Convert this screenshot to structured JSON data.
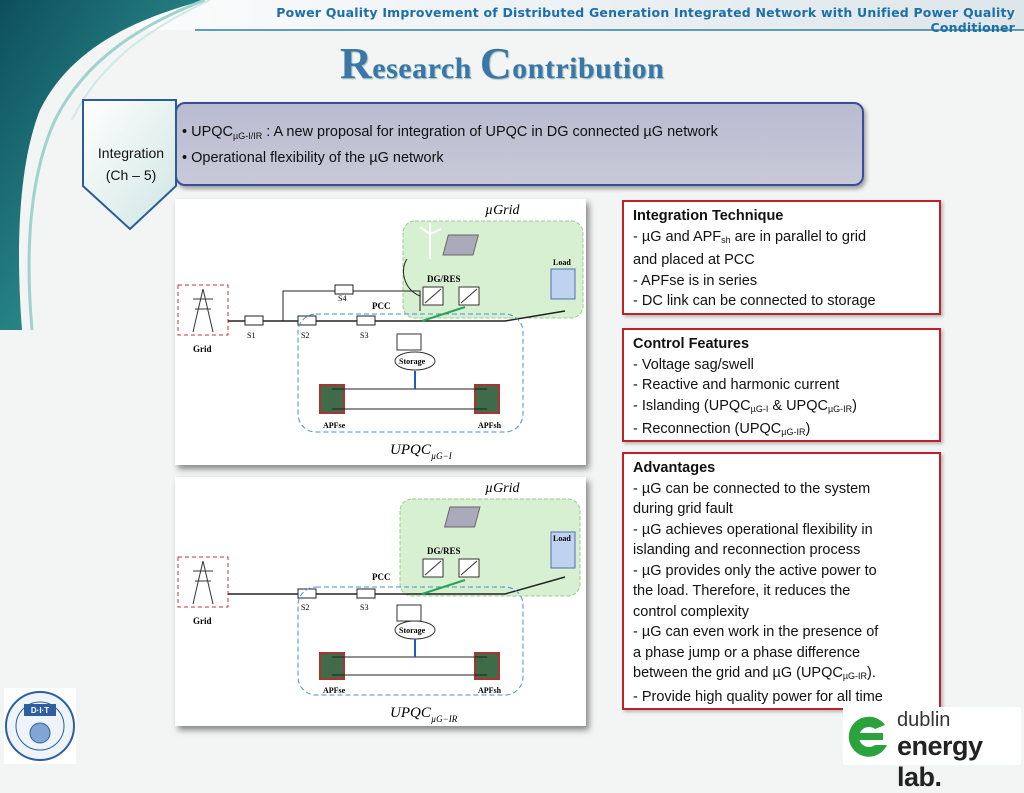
{
  "header": {
    "title": "Power Quality Improvement of Distributed Generation Integrated Network with Unified Power Quality Conditioner"
  },
  "page": {
    "title_cap1": "R",
    "title_rest1": "esearch ",
    "title_cap2": "C",
    "title_rest2": "ontribution"
  },
  "integration": {
    "label_line1": "Integration",
    "label_line2": "(Ch – 5)",
    "bullet1_main": "UPQC",
    "bullet1_sub": "µG-I/IR",
    "bullet1_rest": " : A new proposal for integration of UPQC in DG connected µG network",
    "bullet2": "Operational flexibility of the µG network"
  },
  "diagram_top": {
    "mugrid": "µGrid",
    "dgres": "DG/RES",
    "load": "Load",
    "grid": "Grid",
    "s1": "S1",
    "s2": "S2",
    "s3": "S3",
    "s4": "S4",
    "pcc": "PCC",
    "storage": "Storage",
    "apfse": "APFse",
    "apfsh": "APFsh",
    "upqc": "UPQC",
    "upqc_sub": "µG−I"
  },
  "diagram_bottom": {
    "mugrid": "µGrid",
    "dgres": "DG/RES",
    "load": "Load",
    "grid": "Grid",
    "s2": "S2",
    "s3": "S3",
    "pcc": "PCC",
    "storage": "Storage",
    "apfse": "APFse",
    "apfsh": "APFsh",
    "upqc": "UPQC",
    "upqc_sub": "µG−IR"
  },
  "box1": {
    "heading": "Integration Technique",
    "l1a": "- µG and APF",
    "l1sub": "sh",
    "l1b": " are in parallel to grid",
    "l2": "and placed at PCC",
    "l3": "- APFse is in series",
    "l4": "- DC link can be connected to storage"
  },
  "box2": {
    "heading": "Control Features",
    "l1": "- Voltage sag/swell",
    "l2": "- Reactive and harmonic current",
    "l3a": "- Islanding (UPQC",
    "l3sub1": "µG-I",
    "l3b": " & UPQC",
    "l3sub2": "µG-IR",
    "l3c": ")",
    "l4a": "- Reconnection (UPQC",
    "l4sub": "µG-IR",
    "l4b": ")"
  },
  "box3": {
    "heading": "Advantages",
    "l1": "- µG can be connected to the system",
    "l2": "during grid fault",
    "l3": "- µG achieves operational flexibility in",
    "l4": "islanding and reconnection process",
    "l5": "- µG provides only the active power to",
    "l6": "the load. Therefore, it reduces the",
    "l7": "control complexity",
    "l8": "- µG can even work in the presence of",
    "l9": "a phase jump or a phase difference",
    "l10a": "between the grid and µG (UPQC",
    "l10sub": "µG-IR",
    "l10b": ").",
    "l11": "- Provide high quality power for all time"
  },
  "logos": {
    "dit_text": "D·I·T",
    "dublin": "dublin",
    "energy_lab": "energy lab.",
    "colors": {
      "accent_blue": "#1d6fa8",
      "box_red": "#c0202a",
      "card_border": "#3c4c9c",
      "logo_green": "#2aa33c"
    }
  }
}
